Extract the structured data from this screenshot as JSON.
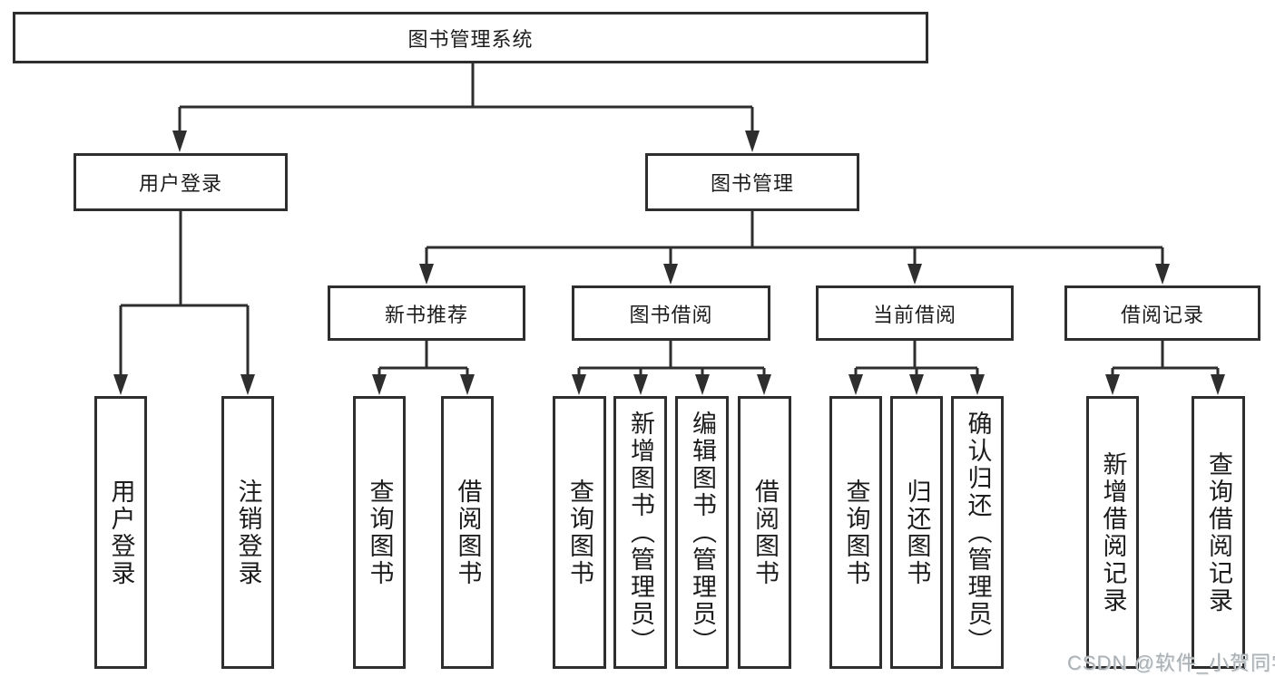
{
  "colors": {
    "line": "#2e2e2e",
    "box_border": "#2e2e2e",
    "box_background": "#ffffff",
    "text": "#1c1c1c",
    "watermark": "#aab0b4",
    "page_background": "#ffffff"
  },
  "watermark": "CSDN @软件_小贺同学",
  "tree": {
    "root": "图书管理系统",
    "branches": [
      {
        "label": "用户登录",
        "children": [
          "用户登录",
          "注销登录"
        ]
      },
      {
        "label": "图书管理",
        "sections": [
          {
            "label": "新书推荐",
            "children": [
              "查询图书",
              "借阅图书"
            ]
          },
          {
            "label": "图书借阅",
            "children": [
              "查询图书",
              "新增图书（管理员）",
              "编辑图书（管理员）",
              "借阅图书"
            ]
          },
          {
            "label": "当前借阅",
            "children": [
              "查询图书",
              "归还图书",
              "确认归还（管理员）"
            ]
          },
          {
            "label": "借阅记录",
            "children": [
              "新增借阅记录",
              "查询借阅记录"
            ]
          }
        ]
      }
    ]
  }
}
